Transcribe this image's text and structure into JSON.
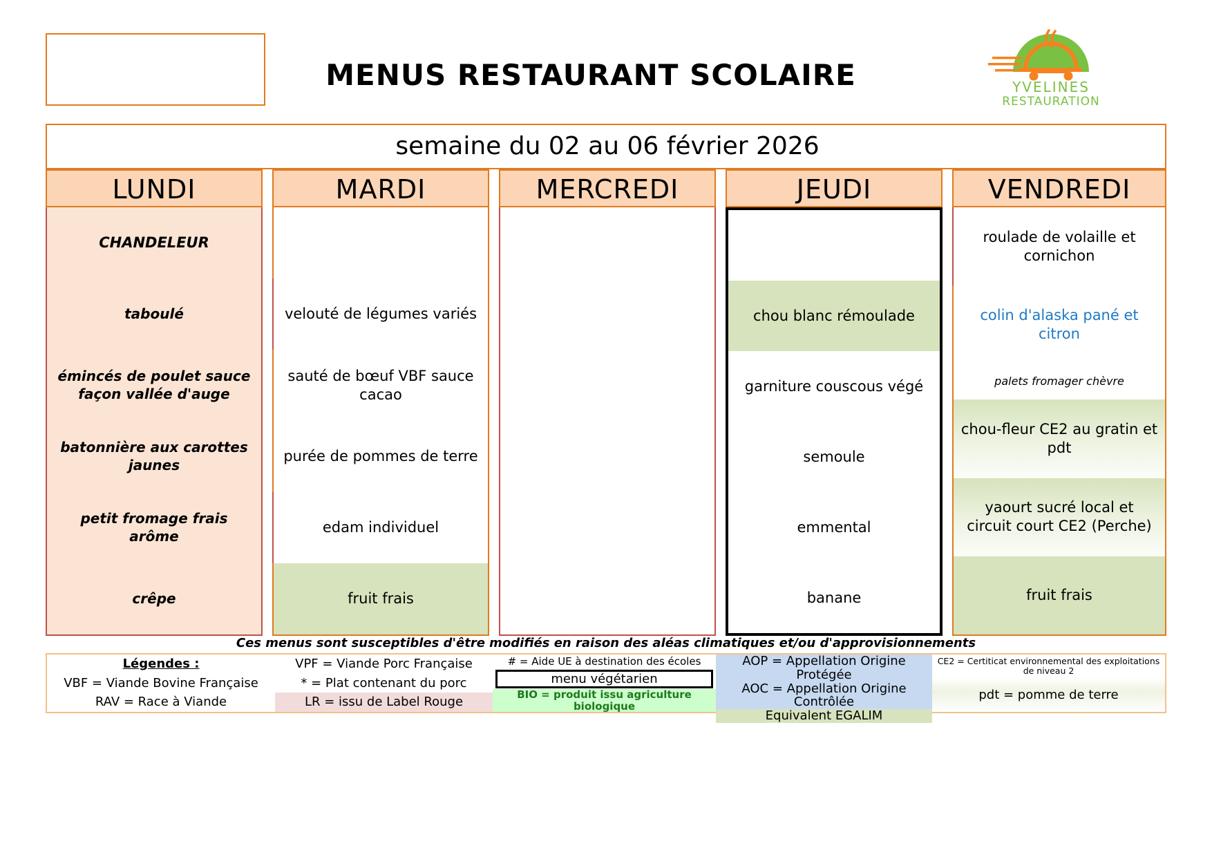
{
  "header": {
    "title": "MENUS RESTAURANT SCOLAIRE",
    "week": "semaine du 02 au 06 février 2026",
    "logo": {
      "name": "yvelines-restauration-logo",
      "line1": "YVELINES",
      "line2": "RESTAURATION",
      "green": "#7ac143",
      "orange": "#f58220"
    }
  },
  "colors": {
    "header_bg": "#fbd5b5",
    "header_border": "#e07b1f",
    "monday_bg": "#fce4d4",
    "monday_border": "#c0504d",
    "egalim_green": "#d6e3bc",
    "bio_green": "#ccffcc",
    "aop_blue": "#c6d9f1",
    "lr_pink": "#f2dcdb",
    "fish_blue": "#1f7ac4",
    "veg_black": "#000000"
  },
  "days": [
    {
      "name": "LUNDI",
      "dishes": [
        {
          "text": "CHANDELEUR",
          "style": "title"
        },
        {
          "text": "taboulé",
          "style": "normal"
        },
        {
          "text": "émincés de poulet sauce façon vallée d'auge",
          "style": "normal"
        },
        {
          "text": "batonnière aux carottes jaunes",
          "style": "normal"
        },
        {
          "text": "petit fromage frais arôme",
          "style": "normal"
        },
        {
          "text": "crêpe",
          "style": "normal"
        }
      ]
    },
    {
      "name": "MARDI",
      "dishes": [
        {
          "text": "",
          "style": "blank"
        },
        {
          "text": "velouté de légumes variés",
          "style": "normal"
        },
        {
          "text": "sauté de bœuf VBF sauce cacao",
          "style": "normal"
        },
        {
          "text": "purée de pommes de terre",
          "style": "normal"
        },
        {
          "text": "edam individuel",
          "style": "normal"
        },
        {
          "text": "fruit frais",
          "style": "egalim"
        }
      ]
    },
    {
      "name": "MERCREDI",
      "dishes": [
        {
          "text": "",
          "style": "blank"
        },
        {
          "text": "",
          "style": "blank"
        },
        {
          "text": "",
          "style": "blank"
        },
        {
          "text": "",
          "style": "blank"
        },
        {
          "text": "",
          "style": "blank"
        },
        {
          "text": "",
          "style": "blank"
        }
      ]
    },
    {
      "name": "JEUDI",
      "dishes": [
        {
          "text": "",
          "style": "blank"
        },
        {
          "text": "chou blanc rémoulade",
          "style": "egalim"
        },
        {
          "text": "garniture couscous végé",
          "style": "normal"
        },
        {
          "text": "semoule",
          "style": "normal"
        },
        {
          "text": "emmental",
          "style": "normal"
        },
        {
          "text": "banane",
          "style": "normal"
        }
      ]
    },
    {
      "name": "VENDREDI",
      "dishes": [
        {
          "text": "roulade de volaille et cornichon",
          "style": "normal"
        },
        {
          "text": "colin d'alaska pané et citron",
          "style": "blue"
        },
        {
          "text": "palets fromager chèvre",
          "style": "note"
        },
        {
          "text": "chou-fleur CE2 au gratin et pdt",
          "style": "egalim-grad"
        },
        {
          "text": "yaourt sucré local et circuit court CE2 (Perche)",
          "style": "egalim-grad"
        },
        {
          "text": "fruit frais",
          "style": "egalim"
        }
      ]
    }
  ],
  "disclaimer": "Ces menus sont susceptibles d'être modifiés en raison des aléas climatiques et/ou d'approvisionnements",
  "legend": {
    "columns": [
      {
        "cells": [
          {
            "text": "Légendes :",
            "style": "bold-u"
          },
          {
            "text": "VBF = Viande Bovine Française",
            "style": "plain"
          },
          {
            "text": "RAV = Race à Viande",
            "style": "plain"
          }
        ]
      },
      {
        "cells": [
          {
            "text": "VPF = Viande Porc Française",
            "style": "plain"
          },
          {
            "text": "* = Plat contenant du porc",
            "style": "plain"
          },
          {
            "text": "LR = issu de Label Rouge",
            "style": "lr"
          }
        ]
      },
      {
        "cells": [
          {
            "text": "# = Aide UE à destination des écoles",
            "style": "small"
          },
          {
            "text": "menu végétarien",
            "style": "veg"
          },
          {
            "text": "BIO = produit issu agriculture biologique",
            "style": "bio"
          }
        ]
      },
      {
        "cells": [
          {
            "text": "AOP = Appellation Origine Protégée",
            "style": "aop"
          },
          {
            "text": "AOC = Appellation Origine Contrôlée",
            "style": "aop"
          },
          {
            "text": "Equivalent EGALIM",
            "style": "egal"
          }
        ]
      },
      {
        "cells": [
          {
            "text": "CE2 = Certiticat environnemental des exploitations de niveau 2",
            "style": "tiny"
          },
          {
            "text": "pdt = pomme de terre",
            "style": "ce2grad"
          }
        ]
      }
    ]
  }
}
